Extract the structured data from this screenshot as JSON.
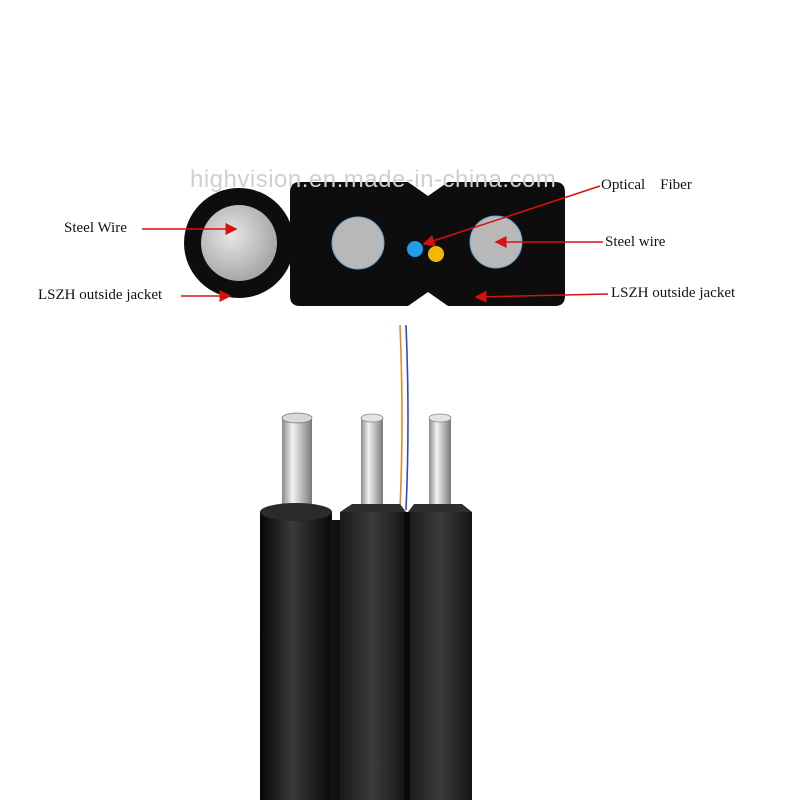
{
  "watermark": "highvision.en.made-in-china.com",
  "labels": {
    "steel_wire_left": "Steel Wire",
    "lszh_left": "LSZH outside jacket",
    "optical_fiber": "Optical    Fiber",
    "steel_wire_right": "Steel wire",
    "lszh_right": "LSZH outside jacket"
  },
  "colors": {
    "jacket": "#0d0d0d",
    "steel": "#b9b9b9",
    "fiber_blue": "#1e9ee8",
    "fiber_yellow": "#f5b800",
    "arrow": "#d91010"
  }
}
